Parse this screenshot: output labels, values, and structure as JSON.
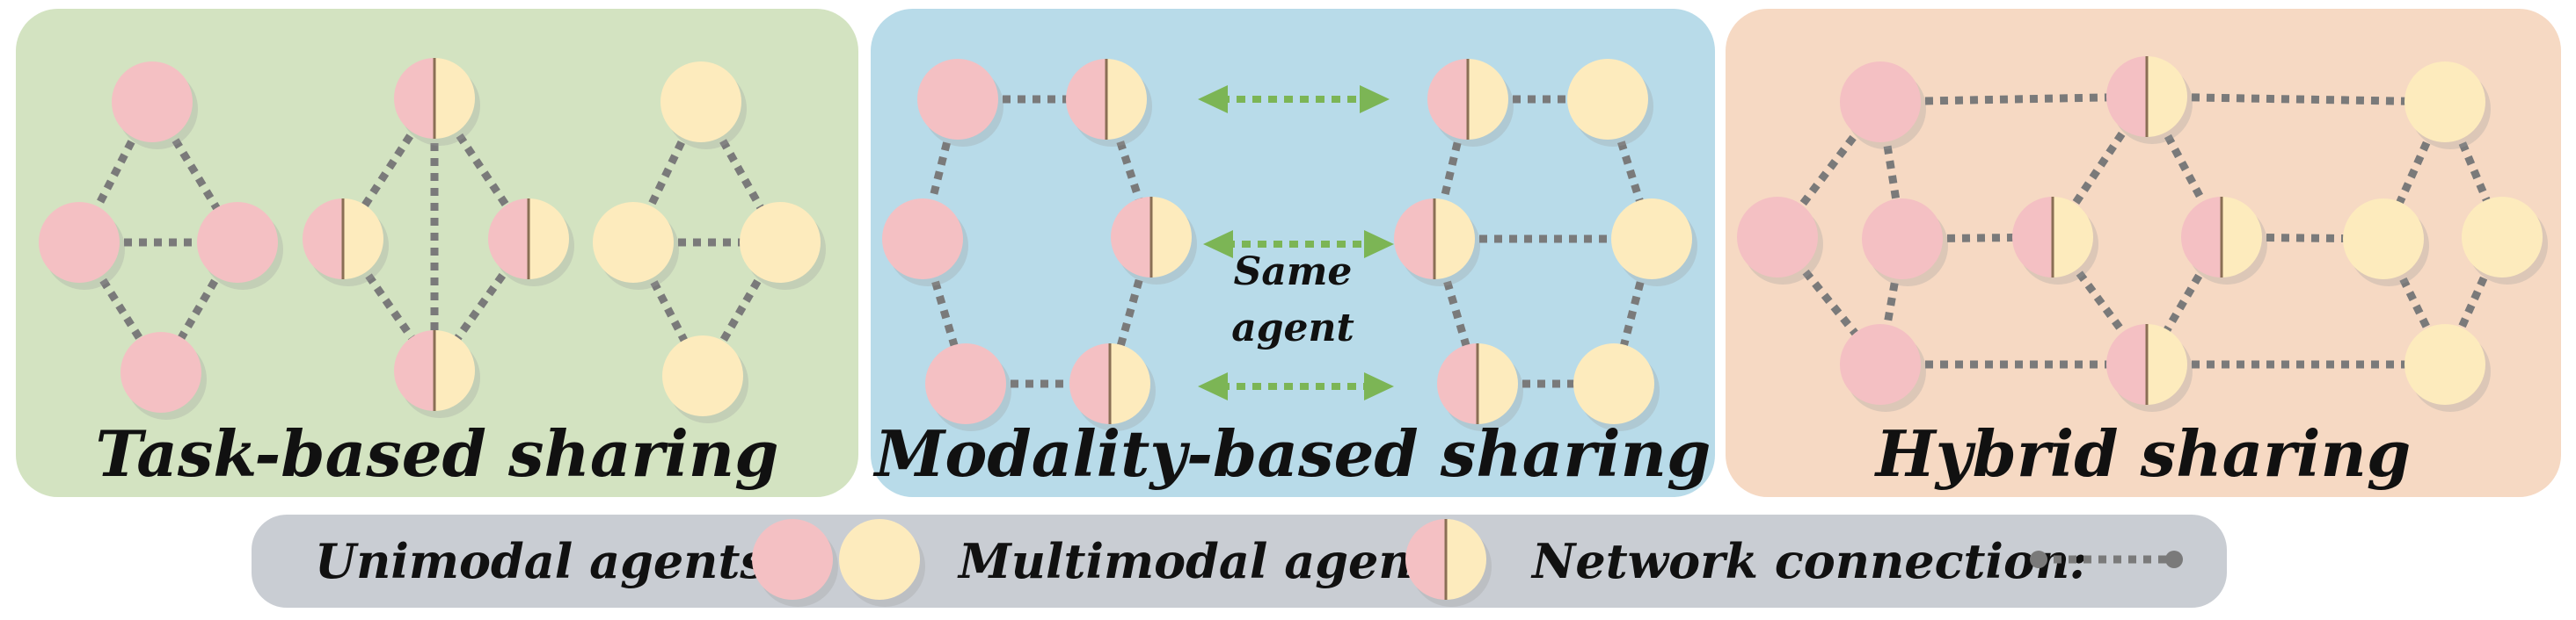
{
  "panels": [
    {
      "title": "Task-based sharing",
      "color": "#d3e3c1"
    },
    {
      "title": "Modality-based sharing",
      "color": "#b8dbe9"
    },
    {
      "title": "Hybrid sharing",
      "color": "#f6d9c3"
    }
  ],
  "same_agent": {
    "line1": "Same",
    "line2": "agent"
  },
  "legend": {
    "unimodal_label": "Unimodal agents:",
    "multimodal_label": "Multimodal agent:",
    "network_label": "Network connection:",
    "background": "#c9cdd3"
  },
  "colors": {
    "pink": "#f4c0c3",
    "yellow": "#fdebbd",
    "edge": "#7a7a7a",
    "arrow": "#7cb555"
  }
}
